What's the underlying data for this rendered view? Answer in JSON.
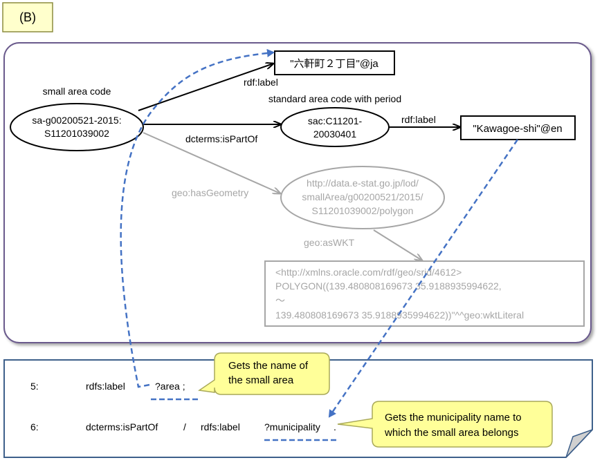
{
  "panel_label": "(B)",
  "graph": {
    "caption_small_area": "small area code",
    "caption_standard_area": "standard area code with period",
    "node_subject": [
      "sa-g00200521-2015:",
      "S11201039002"
    ],
    "node_label_ja": "\"六軒町２丁目\"@ja",
    "node_sac": [
      "sac:C11201-",
      "20030401"
    ],
    "node_label_en": "\"Kawagoe-shi\"@en",
    "node_polygon": [
      "http://data.e-stat.go.jp/lod/",
      "smallArea/g00200521/2015/",
      "S11201039002/polygon"
    ],
    "node_wkt": [
      "<http://xmlns.oracle.com/rdf/geo/srid/4612>",
      "POLYGON((139.480808169673 35.9188935994622,",
      "〜",
      "139.480808169673 35.9188935994622))\"^^geo:wktLiteral"
    ],
    "edge_rdf_label_1": "rdf:label",
    "edge_is_part_of": "dcterms:isPartOf",
    "edge_rdf_label_2": "rdf:label",
    "edge_has_geometry": "geo:hasGeometry",
    "edge_as_wkt": "geo:asWKT"
  },
  "query": {
    "line5_num": "5:",
    "line5_predicate": "rdfs:label",
    "line5_var": "?area ;",
    "line6_num": "6:",
    "line6_predicate": "dcterms:isPartOf",
    "line6_slash": "/",
    "line6_label": "rdfs:label",
    "line6_var": "?municipality",
    "line6_end": "."
  },
  "callouts": {
    "area": [
      "Gets the name of",
      "the small area"
    ],
    "municipality": [
      "Gets the municipality name to",
      "which the small area belongs"
    ]
  },
  "colors": {
    "panel_border": "#6a5a8c",
    "query_border": "#3d5f8a",
    "callout_fill": "#ffff99",
    "callout_border": "#a9a959",
    "label_fill": "#ffffcc",
    "dash_blue": "#4472c4",
    "gray": "#a6a6a6"
  }
}
